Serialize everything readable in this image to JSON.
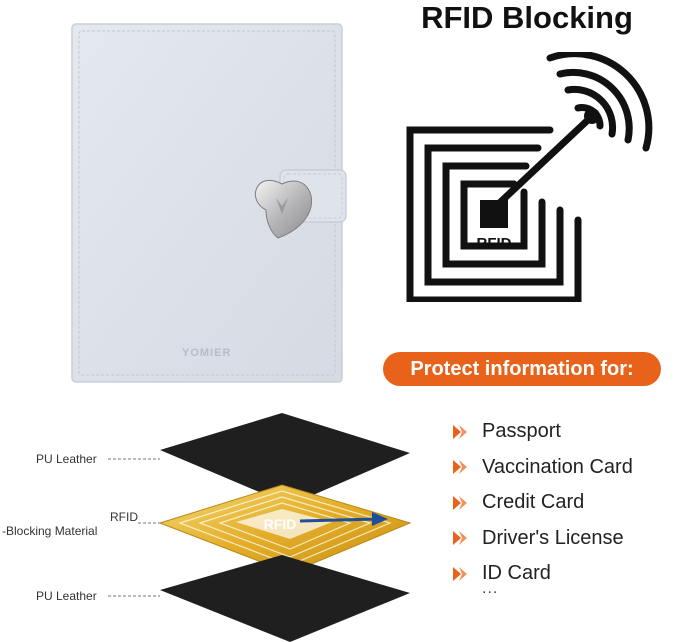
{
  "title": "RFID Blocking",
  "wallet": {
    "brand_text": "YOMIER"
  },
  "symbol": {
    "label": "RFID"
  },
  "banner": {
    "text": "Protect information for:"
  },
  "layers": {
    "top_label": "PU Leather",
    "middle_label_line1": "RFID",
    "middle_label_line2": "-Blocking Material",
    "middle_plate_text": "RFID",
    "bottom_label": "PU Leather"
  },
  "protect_items": [
    "Passport",
    "Vaccination Card",
    "Credit Card",
    "Driver's License",
    "ID Card"
  ],
  "more": "...",
  "colors": {
    "accent": "#e8621a",
    "leather": "#dfe3ea",
    "gold": "#e6b732",
    "dark_layer": "#1f1f1f"
  }
}
